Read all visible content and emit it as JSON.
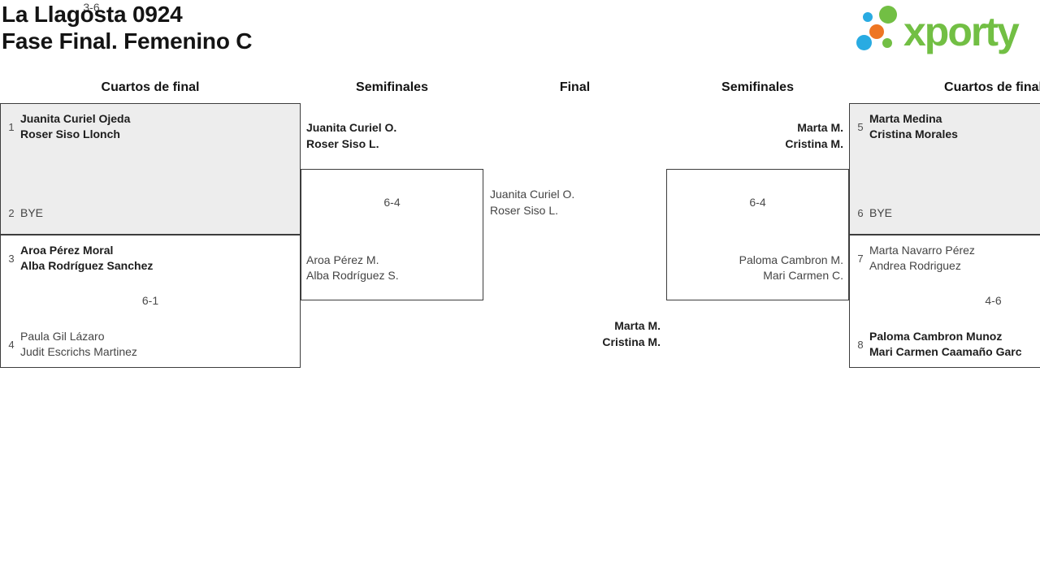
{
  "page": {
    "title_line1": "La Llagosta 0924",
    "title_line2": "Fase Final. Femenino C"
  },
  "logo": {
    "text": "xporty",
    "colors": {
      "green": "#72bf44",
      "blue": "#29abe2",
      "orange": "#ee7623"
    }
  },
  "headers": {
    "quarterfinals_left": "Cuartos de final",
    "semifinals_left": "Semifinales",
    "final": "Final",
    "semifinals_right": "Semifinales",
    "quarterfinals_right": "Cuartos de final"
  },
  "bracket": {
    "qf1": {
      "seed_a": "1",
      "team_a_line1": "Juanita Curiel Ojeda",
      "team_a_line2": "Roser Siso Llonch",
      "seed_b": "2",
      "team_b_line1": "BYE"
    },
    "qf2": {
      "seed_a": "3",
      "team_a_line1": "Aroa Pérez Moral",
      "team_a_line2": "Alba Rodríguez Sanchez",
      "score": "6-1",
      "seed_b": "4",
      "team_b_line1": "Paula Gil Lázaro",
      "team_b_line2": "Judit Escrichs Martinez"
    },
    "sf1": {
      "winner_line1": "Juanita Curiel O.",
      "winner_line2": "Roser Siso L.",
      "score": "6-4",
      "loser_line1": "Aroa Pérez M.",
      "loser_line2": "Alba Rodríguez S."
    },
    "final": {
      "top_line1": "Juanita Curiel O.",
      "top_line2": "Roser Siso L.",
      "score": "3-6",
      "bottom_line1": "Marta M.",
      "bottom_line2": "Cristina M."
    },
    "sf2": {
      "winner_line1": "Marta M.",
      "winner_line2": "Cristina M.",
      "score": "6-4",
      "loser_line1": "Paloma Cambron M.",
      "loser_line2": "Mari Carmen C."
    },
    "qf3": {
      "seed_a": "5",
      "team_a_line1": "Marta Medina",
      "team_a_line2": "Cristina Morales",
      "seed_b": "6",
      "team_b_line1": "BYE"
    },
    "qf4": {
      "seed_a": "7",
      "team_a_line1": "Marta Navarro Pérez",
      "team_a_line2": "Andrea Rodriguez",
      "score": "4-6",
      "seed_b": "8",
      "team_b_line1": "Paloma Cambron Munoz",
      "team_b_line2": "Mari Carmen Caamaño Garc"
    }
  },
  "colors": {
    "winner_text": "#1d1d1d",
    "loser_text": "#444444",
    "box_border": "#3d3d3d",
    "bye_box_fill": "#ededed"
  }
}
